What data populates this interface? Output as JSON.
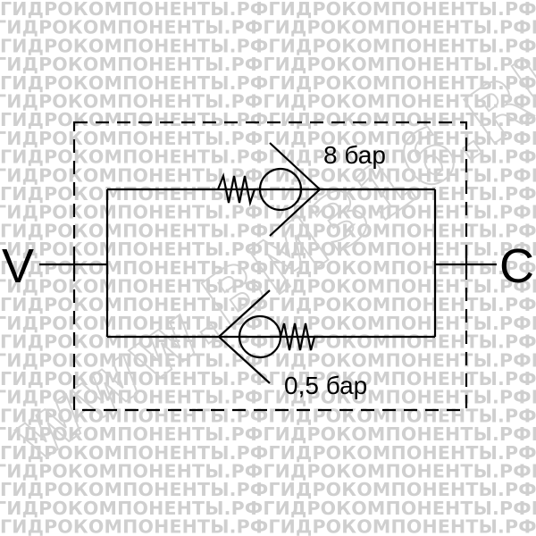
{
  "watermark": {
    "repeat_text": "ГИДРОКОМПОНЕНТЫ.РФГИДРОКОМПОНЕНТЫ.РФГИДРОКОМПОНЕНТЫ.РФ",
    "diagonal_text": "www.BM316.RU"
  },
  "diagram": {
    "port_inlet": "V",
    "port_outlet": "C",
    "valve_upper_pressure": "8 бар",
    "valve_lower_pressure": "0,5 бар"
  }
}
